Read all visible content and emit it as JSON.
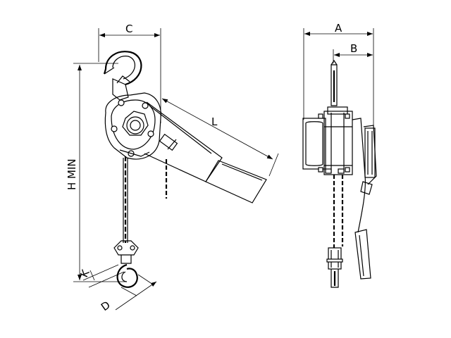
{
  "dimension_labels": {
    "c": "C",
    "l": "L",
    "h_min": "H MIN",
    "k": "K",
    "d": "D",
    "a": "A",
    "b": "B"
  }
}
